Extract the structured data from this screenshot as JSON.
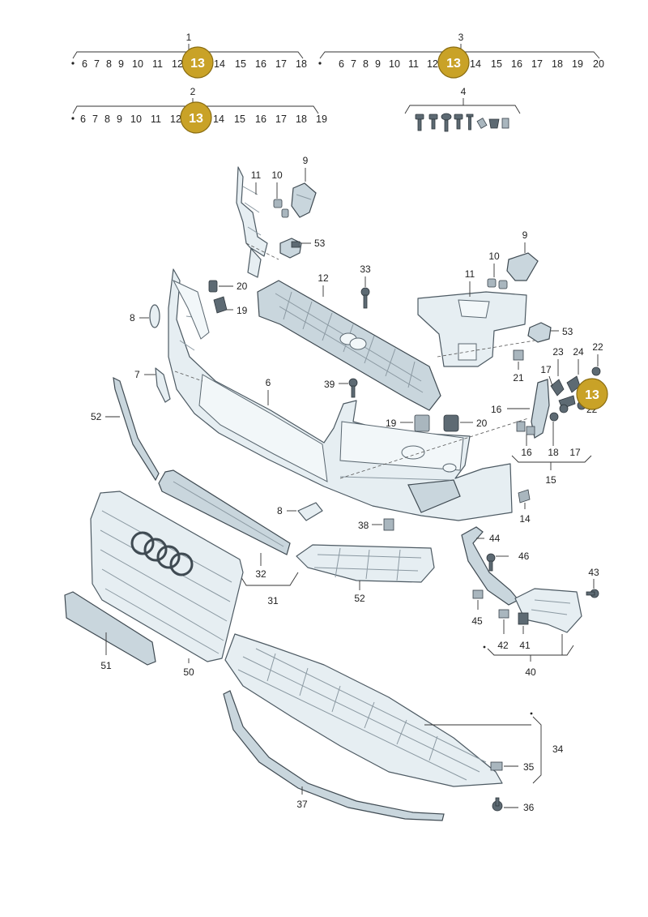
{
  "header_groups": [
    {
      "label": "1",
      "sequence": [
        "6",
        "7",
        "8",
        "9",
        "10",
        "11",
        "12",
        "13",
        "14",
        "15",
        "16",
        "17",
        "18"
      ]
    },
    {
      "label": "2",
      "sequence": [
        "6",
        "7",
        "8",
        "9",
        "10",
        "11",
        "12",
        "13",
        "14",
        "15",
        "16",
        "17",
        "18",
        "19"
      ]
    },
    {
      "label": "3",
      "sequence": [
        "6",
        "7",
        "8",
        "9",
        "10",
        "11",
        "12",
        "13",
        "14",
        "15",
        "16",
        "17",
        "18",
        "19",
        "20"
      ]
    },
    {
      "label": "4",
      "sequence": []
    }
  ],
  "highlight_badge": "13",
  "callouts": {
    "c9a": "9",
    "c10a": "10",
    "c11a": "11",
    "c53a": "53",
    "c20a": "20",
    "c19a": "19",
    "c8a": "8",
    "c12": "12",
    "c33": "33",
    "c7": "7",
    "c6": "6",
    "c39": "39",
    "c52a": "52",
    "c9b": "9",
    "c10b": "10",
    "c11b": "11",
    "c53b": "53",
    "c21": "21",
    "c23": "23",
    "c24": "24",
    "c22a": "22",
    "c22b": "22",
    "c17a": "17",
    "c16a": "16",
    "c16b": "16",
    "c18": "18",
    "c17b": "17",
    "c15": "15",
    "c19b": "19",
    "c20b": "20",
    "c14": "14",
    "c8b": "8",
    "c38": "38",
    "c32": "32",
    "c31": "31",
    "c52b": "52",
    "c44": "44",
    "c46": "46",
    "c43": "43",
    "c45": "45",
    "c42": "42",
    "c41": "41",
    "c40": "40",
    "c50": "50",
    "c51": "51",
    "c34": "34",
    "c35": "35",
    "c36": "36",
    "c37": "37"
  },
  "colors": {
    "badge": "#c9a227",
    "part_fill": "#e6eef2",
    "outline": "#4d5a63"
  }
}
